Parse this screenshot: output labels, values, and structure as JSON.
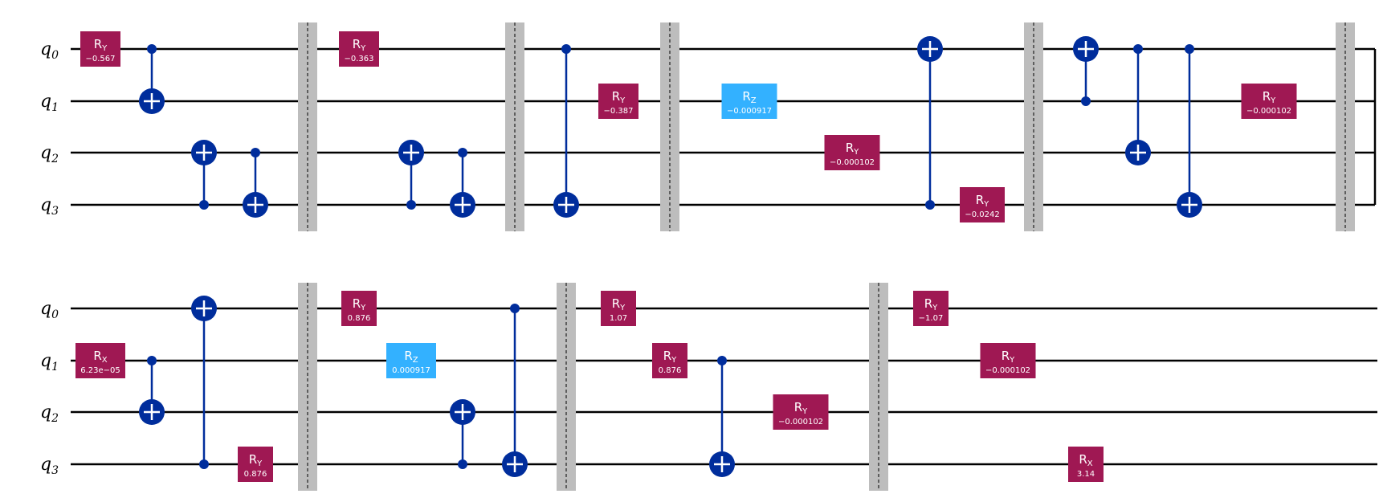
{
  "colors": {
    "wire": "#000000",
    "ry_gate": "#9f1853",
    "rx_gate": "#9f1853",
    "rz_gate": "#33b1ff",
    "cx": "#002d9c",
    "barrier": "#bdbdbd"
  },
  "qubit_labels": [
    {
      "base": "q",
      "index": "0"
    },
    {
      "base": "q",
      "index": "1"
    },
    {
      "base": "q",
      "index": "2"
    },
    {
      "base": "q",
      "index": "3"
    }
  ],
  "rows": [
    {
      "gates": [
        {
          "type": "ry",
          "name": "R",
          "sub": "Y",
          "param": "−0.567",
          "qubit": 0
        },
        {
          "type": "cx",
          "control": 0,
          "target": 1
        },
        {
          "type": "cx",
          "control": 3,
          "target": 2
        },
        {
          "type": "cx",
          "control": 2,
          "target": 3
        },
        {
          "type": "barrier"
        },
        {
          "type": "ry",
          "name": "R",
          "sub": "Y",
          "param": "−0.363",
          "qubit": 0
        },
        {
          "type": "cx",
          "control": 3,
          "target": 2
        },
        {
          "type": "cx",
          "control": 2,
          "target": 3
        },
        {
          "type": "barrier"
        },
        {
          "type": "cx",
          "control": 0,
          "target": 3
        },
        {
          "type": "ry",
          "name": "R",
          "sub": "Y",
          "param": "−0.387",
          "qubit": 1
        },
        {
          "type": "barrier"
        },
        {
          "type": "rz",
          "name": "R",
          "sub": "Z",
          "param": "−0.000917",
          "qubit": 1
        },
        {
          "type": "ry",
          "name": "R",
          "sub": "Y",
          "param": "−0.000102",
          "qubit": 2
        },
        {
          "type": "cx",
          "control": 3,
          "target": 0
        },
        {
          "type": "ry",
          "name": "R",
          "sub": "Y",
          "param": "−0.0242",
          "qubit": 3
        },
        {
          "type": "barrier"
        },
        {
          "type": "cx",
          "control": 1,
          "target": 0
        },
        {
          "type": "cx",
          "control": 0,
          "target": 2
        },
        {
          "type": "cx",
          "control": 0,
          "target": 3
        },
        {
          "type": "ry",
          "name": "R",
          "sub": "Y",
          "param": "−0.000102",
          "qubit": 1
        },
        {
          "type": "barrier"
        }
      ]
    },
    {
      "gates": [
        {
          "type": "rx",
          "name": "R",
          "sub": "X",
          "param": "6.23e−05",
          "qubit": 1
        },
        {
          "type": "cx",
          "control": 1,
          "target": 2
        },
        {
          "type": "cx",
          "control": 3,
          "target": 0
        },
        {
          "type": "ry",
          "name": "R",
          "sub": "Y",
          "param": "0.876",
          "qubit": 3
        },
        {
          "type": "barrier"
        },
        {
          "type": "ry",
          "name": "R",
          "sub": "Y",
          "param": "0.876",
          "qubit": 0
        },
        {
          "type": "rz",
          "name": "R",
          "sub": "Z",
          "param": "0.000917",
          "qubit": 1
        },
        {
          "type": "cx",
          "control": 3,
          "target": 2
        },
        {
          "type": "cx",
          "control": 0,
          "target": 3
        },
        {
          "type": "barrier"
        },
        {
          "type": "ry",
          "name": "R",
          "sub": "Y",
          "param": "1.07",
          "qubit": 0
        },
        {
          "type": "ry",
          "name": "R",
          "sub": "Y",
          "param": "0.876",
          "qubit": 1
        },
        {
          "type": "cx",
          "control": 1,
          "target": 3
        },
        {
          "type": "ry",
          "name": "R",
          "sub": "Y",
          "param": "−0.000102",
          "qubit": 2
        },
        {
          "type": "barrier"
        },
        {
          "type": "ry",
          "name": "R",
          "sub": "Y",
          "param": "−1.07",
          "qubit": 0
        },
        {
          "type": "ry",
          "name": "R",
          "sub": "Y",
          "param": "−0.000102",
          "qubit": 1
        },
        {
          "type": "rx",
          "name": "R",
          "sub": "X",
          "param": "3.14",
          "qubit": 3
        }
      ]
    }
  ]
}
